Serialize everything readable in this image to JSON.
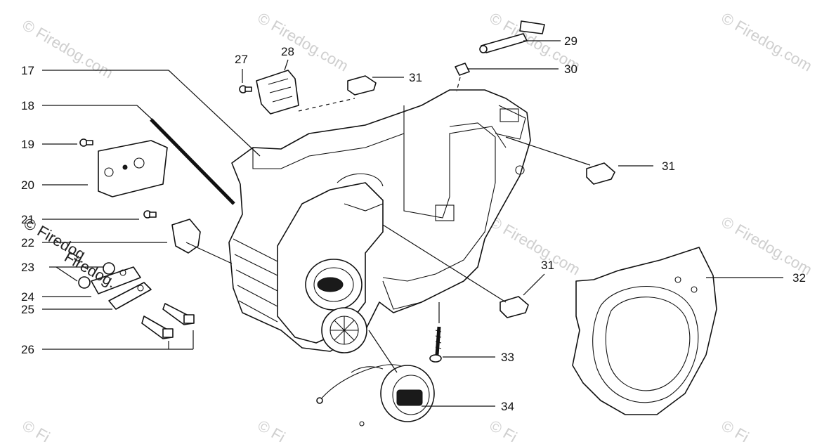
{
  "diagram": {
    "type": "exploded-parts-diagram",
    "callouts": {
      "c17": "17",
      "c18": "18",
      "c19": "19",
      "c20": "20",
      "c21": "21",
      "c22": "22",
      "c23": "23",
      "c24": "24",
      "c25": "25",
      "c26": "26",
      "c27": "27",
      "c28": "28",
      "c29": "29",
      "c30": "30",
      "c31a": "31",
      "c31b": "31",
      "c31c": "31",
      "c32": "32",
      "c33": "33",
      "c34": "34"
    },
    "watermark": {
      "text": "© Firedog.com",
      "partial_text": "© Fi",
      "prominent_line1": "© Firedog",
      "prominent_line2": "Firedog."
    },
    "colors": {
      "ink": "#111111",
      "watermark": "#cfcfcf",
      "background": "#ffffff"
    }
  }
}
